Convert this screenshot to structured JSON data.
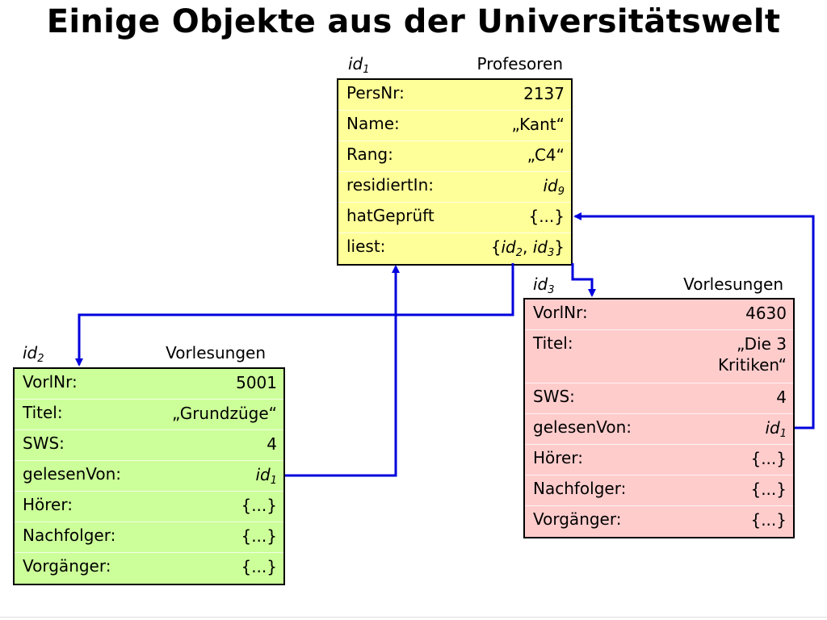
{
  "title": "Einige Objekte aus der Universitätswelt",
  "colors": {
    "professor_fill": "#ffff99",
    "lecture_green_fill": "#ccff99",
    "lecture_red_fill": "#ffcccc",
    "arrow": "#0000dd"
  },
  "objects": {
    "professor": {
      "id_base": "id",
      "id_sub": "1",
      "class": "Profesoren",
      "rows": [
        {
          "attr": "PersNr:",
          "value": "2137"
        },
        {
          "attr": "Name:",
          "value": "„Kant“"
        },
        {
          "attr": "Rang:",
          "value": "„C4“"
        },
        {
          "attr": "residiertIn:",
          "value_base": "id",
          "value_sub": "9"
        },
        {
          "attr": "hatGeprüft",
          "value": "{...}"
        },
        {
          "attr": "liest:",
          "value_open": "{",
          "v1_base": "id",
          "v1_sub": "2",
          "sep": ", ",
          "v2_base": "id",
          "v2_sub": "3",
          "value_close": "}"
        }
      ]
    },
    "lecture_id2": {
      "id_base": "id",
      "id_sub": "2",
      "class": "Vorlesungen",
      "rows": [
        {
          "attr": "VorlNr:",
          "value": "5001"
        },
        {
          "attr": "Titel:",
          "value": "„Grundzüge“"
        },
        {
          "attr": "SWS:",
          "value": "4"
        },
        {
          "attr": "gelesenVon:",
          "value_base": "id",
          "value_sub": "1"
        },
        {
          "attr": "Hörer:",
          "value": "{...}"
        },
        {
          "attr": "Nachfolger:",
          "value": "{...}"
        },
        {
          "attr": "Vorgänger:",
          "value": "{...}"
        }
      ]
    },
    "lecture_id3": {
      "id_base": "id",
      "id_sub": "3",
      "class": "Vorlesungen",
      "rows": [
        {
          "attr": "VorlNr:",
          "value": "4630"
        },
        {
          "attr": "Titel:",
          "value": "„Die 3\nKritiken“"
        },
        {
          "attr": "SWS:",
          "value": "4"
        },
        {
          "attr": "gelesenVon:",
          "value_base": "id",
          "value_sub": "1"
        },
        {
          "attr": "Hörer:",
          "value": "{...}"
        },
        {
          "attr": "Nachfolger:",
          "value": "{...}"
        },
        {
          "attr": "Vorgänger:",
          "value": "{...}"
        }
      ]
    }
  }
}
